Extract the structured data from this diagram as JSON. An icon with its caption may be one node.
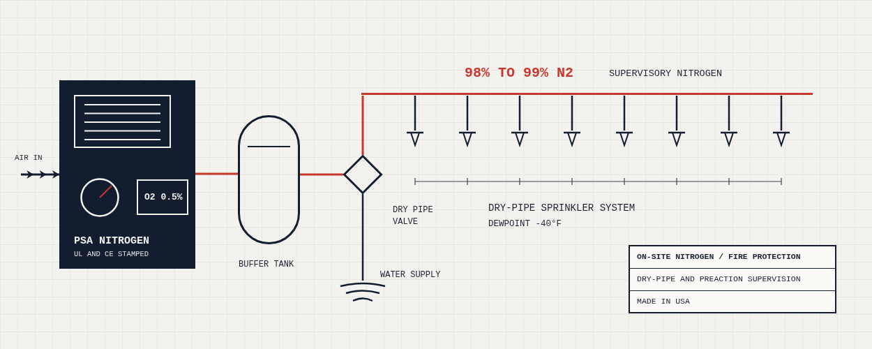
{
  "diagram": {
    "nodes": [
      {
        "text": [
          "PSA NITROGEN",
          "UL AND CE STAMPED"
        ]
      },
      {
        "text": [
          "O2 0.5%"
        ],
        "in": 0
      },
      {
        "text": [],
        "shape": "cylinder",
        "beside": [
          "BUFFER TANK"
        ]
      },
      {
        "text": [],
        "shape": "diamond",
        "beside": [
          "DRY PIPE VALVE"
        ]
      },
      {
        "text": [],
        "shape": "picture",
        "beside": [
          "WATER SUPPLY"
        ]
      },
      {
        "text": [],
        "shape": "bar",
        "beside": [
          "98% TO 99% N2",
          "SUPERVISORY NITROGEN"
        ]
      },
      {
        "text": [],
        "shape": "triangle"
      },
      {
        "text": [],
        "shape": "triangle"
      },
      {
        "text": [],
        "shape": "triangle"
      },
      {
        "text": [],
        "shape": "triangle"
      },
      {
        "text": [],
        "shape": "triangle"
      },
      {
        "text": [],
        "shape": "triangle"
      },
      {
        "text": [],
        "shape": "triangle"
      },
      {
        "text": [],
        "shape": "triangle"
      },
      {
        "text": [
          "ON-SITE NITROGEN / FIRE PROTECTION",
          "DRY-PIPE AND PREACTION SUPERVISION",
          "MADE IN USA"
        ]
      }
    ],
    "edges": [
      {
        "from": null,
        "to": 0,
        "arrow": "to"
      },
      {
        "from": 0,
        "to": 2,
        "arrow": "none",
        "color": "#c8372d"
      },
      {
        "from": 2,
        "to": 3,
        "arrow": "none",
        "color": "#c8372d"
      },
      {
        "from": 3,
        "to": 5,
        "arrow": "none",
        "color": "#c8372d"
      },
      {
        "from": 4,
        "to": 3,
        "arrow": "none"
      },
      {
        "from": 5,
        "to": 6,
        "arrow": "none"
      },
      {
        "from": 5,
        "to": 7,
        "arrow": "none"
      },
      {
        "from": 5,
        "to": 8,
        "arrow": "none"
      },
      {
        "from": 5,
        "to": 9,
        "arrow": "none"
      },
      {
        "from": 5,
        "to": 10,
        "arrow": "none"
      },
      {
        "from": 5,
        "to": 11,
        "arrow": "none"
      },
      {
        "from": 5,
        "to": 12,
        "arrow": "none"
      },
      {
        "from": 5,
        "to": 13,
        "arrow": "none"
      }
    ],
    "labels": [
      "AIR IN",
      "DRY-PIPE SPRINKLER SYSTEM",
      "DEWPOINT -40°F"
    ]
  }
}
